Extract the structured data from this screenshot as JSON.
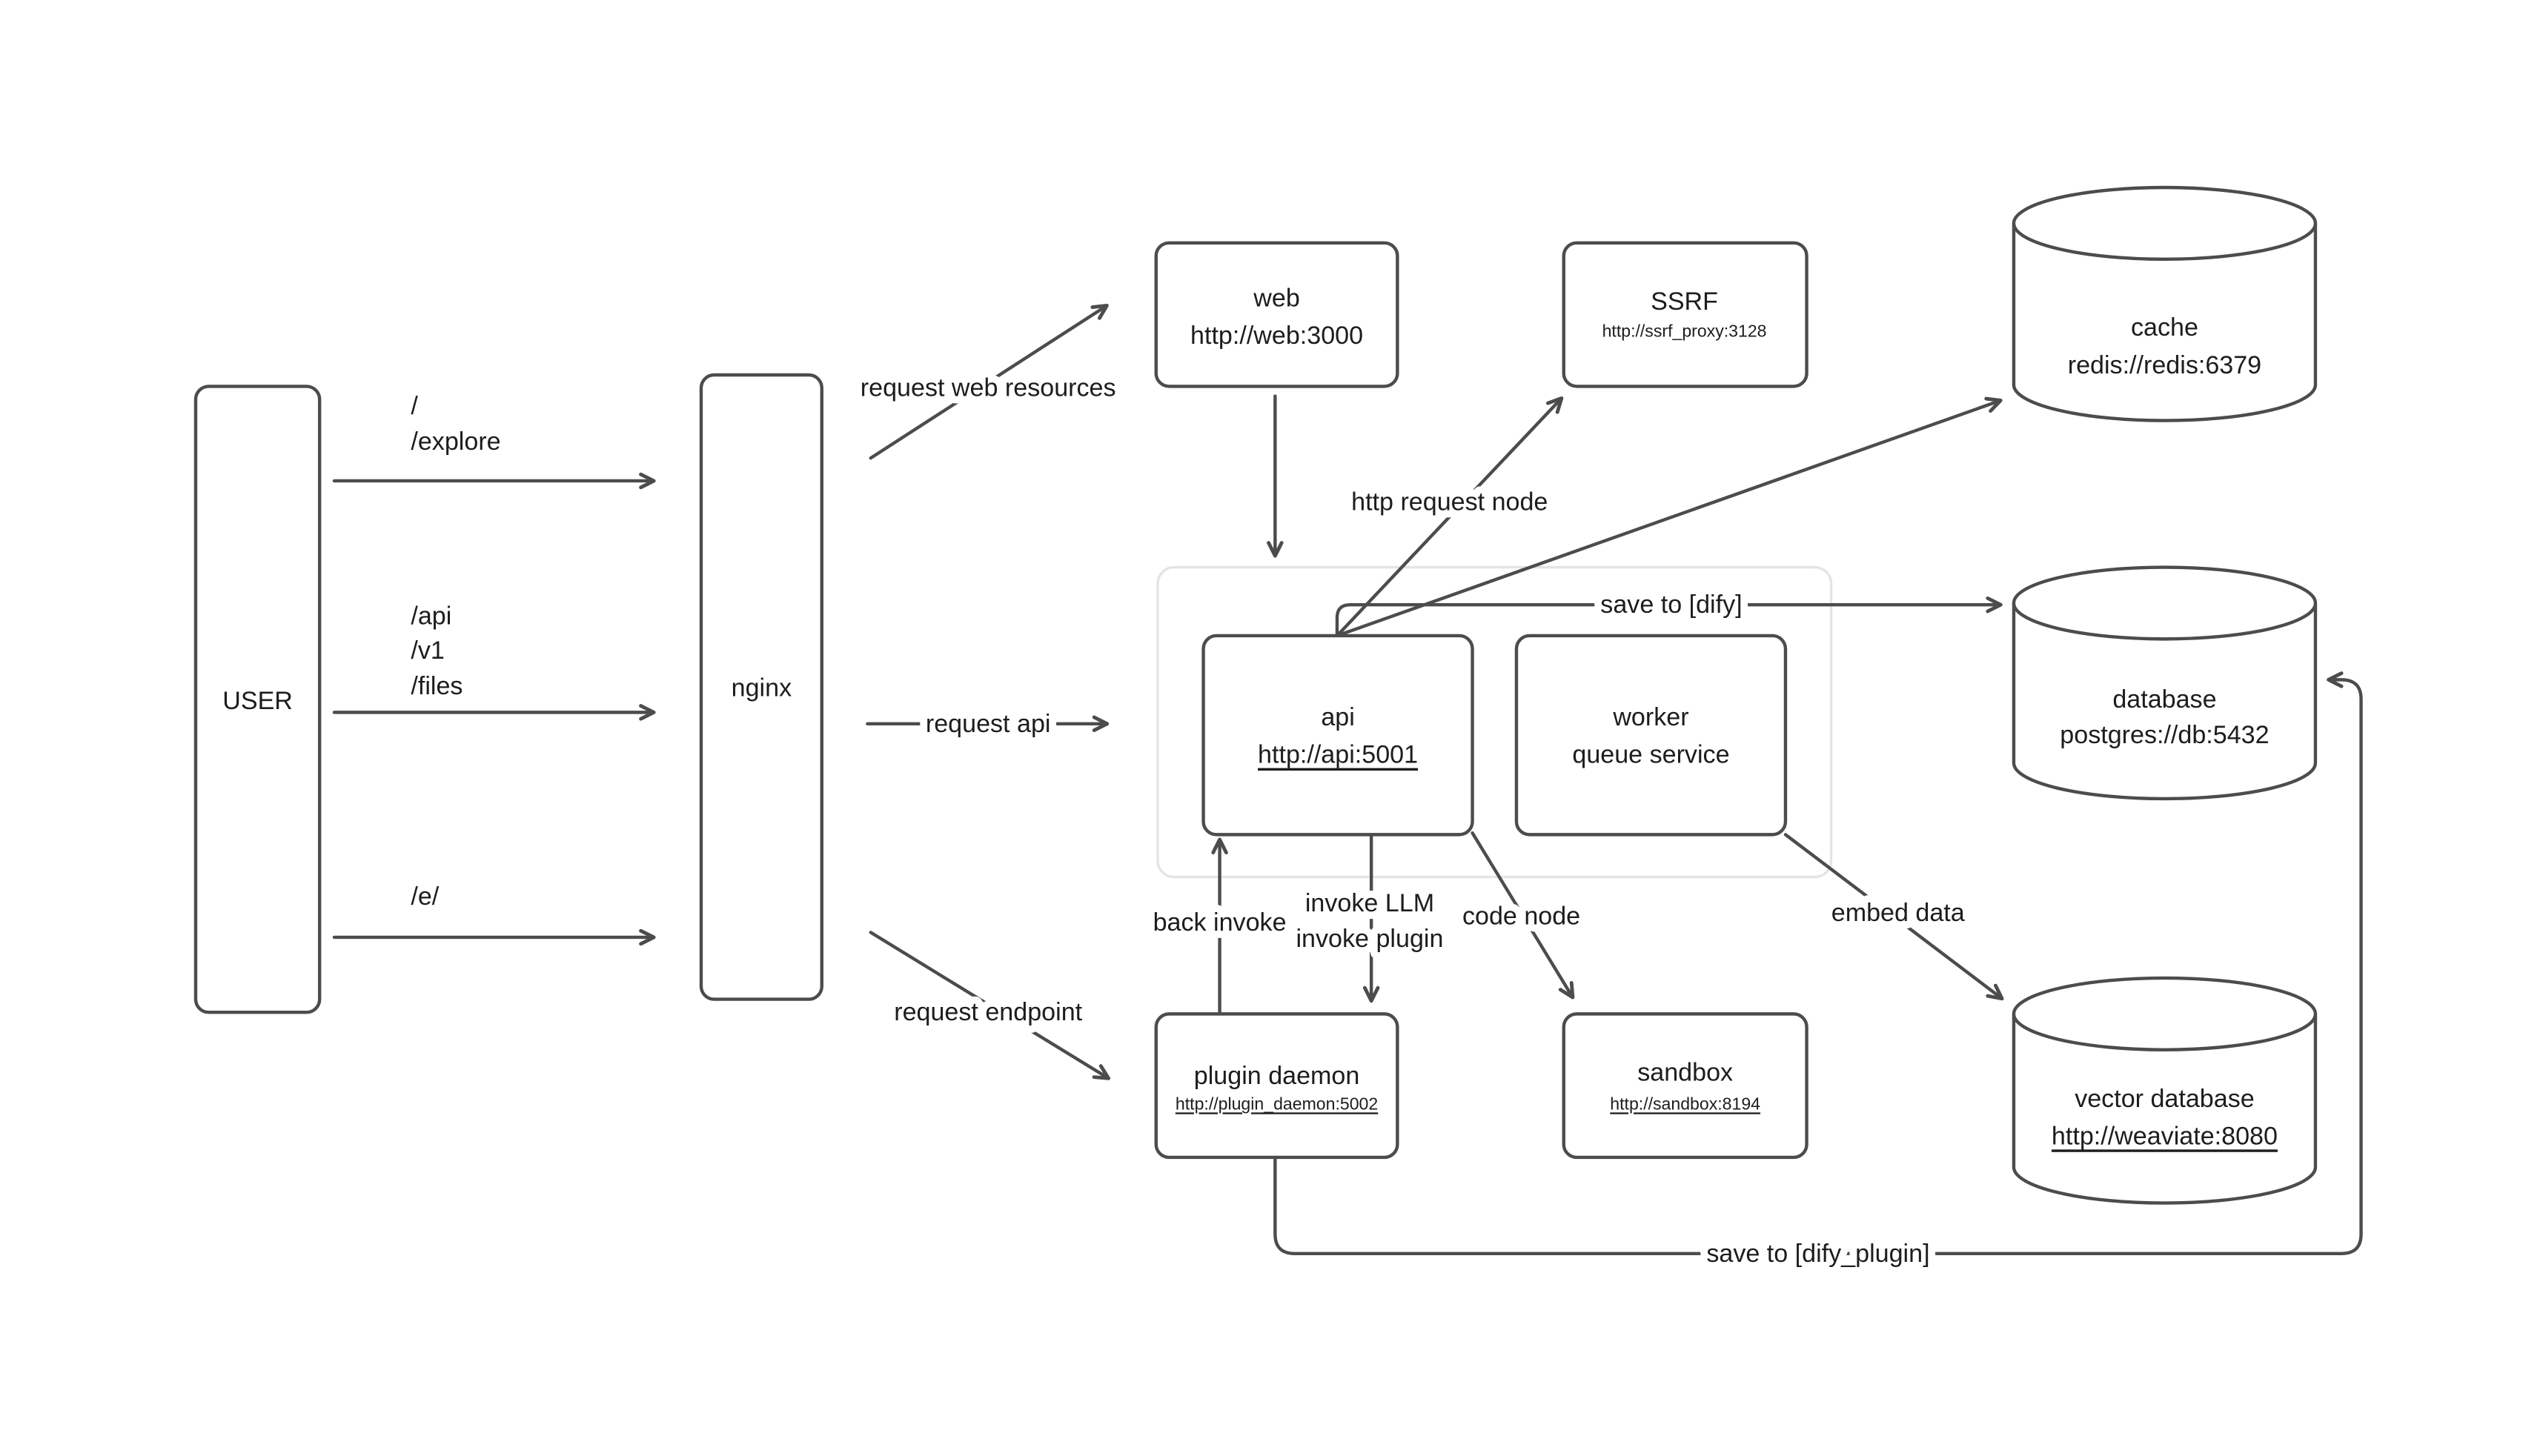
{
  "canvas": {
    "background": "#ffffff",
    "stroke_color": "#4c4c4c",
    "text_color": "#1d1d1d",
    "group_stroke_color": "#e4e4e4"
  },
  "nodes": {
    "user": {
      "label": "USER"
    },
    "nginx": {
      "label": "nginx"
    },
    "web": {
      "title": "web",
      "subtitle": "http://web:3000"
    },
    "ssrf": {
      "title": "SSRF",
      "subtitle": "http://ssrf_proxy:3128"
    },
    "cache": {
      "title": "cache",
      "subtitle": "redis://redis:6379"
    },
    "api": {
      "title": "api",
      "subtitle": "http://api:5001"
    },
    "worker": {
      "title": "worker",
      "subtitle": "queue service"
    },
    "database": {
      "title": "database",
      "subtitle": "postgres://db:5432"
    },
    "plugin_daemon": {
      "title": "plugin daemon",
      "subtitle": "http://plugin_daemon:5002"
    },
    "sandbox": {
      "title": "sandbox",
      "subtitle": "http://sandbox:8194"
    },
    "vector_database": {
      "title": "vector database",
      "subtitle": "http://weaviate:8080"
    }
  },
  "edges": {
    "user_to_nginx_root": {
      "labels": [
        "/",
        "/explore"
      ]
    },
    "user_to_nginx_api": {
      "labels": [
        "/api",
        "/v1",
        "/files"
      ]
    },
    "user_to_nginx_e": {
      "labels": [
        "/e/"
      ]
    },
    "nginx_to_web": {
      "label": "request web resources"
    },
    "nginx_to_api": {
      "label": "request api"
    },
    "nginx_to_plugin_daemon": {
      "label": "request endpoint"
    },
    "api_to_ssrf": {
      "label": "http request node"
    },
    "api_to_database": {
      "label": "save to [dify]"
    },
    "plugin_daemon_to_api": {
      "label": "back invoke"
    },
    "api_to_plugin_daemon": {
      "labels": [
        "invoke LLM",
        "invoke plugin"
      ]
    },
    "api_to_sandbox": {
      "label": "code node"
    },
    "worker_to_vector_database": {
      "label": "embed data"
    },
    "plugin_daemon_to_database": {
      "label": "save to [dify_plugin]"
    }
  }
}
